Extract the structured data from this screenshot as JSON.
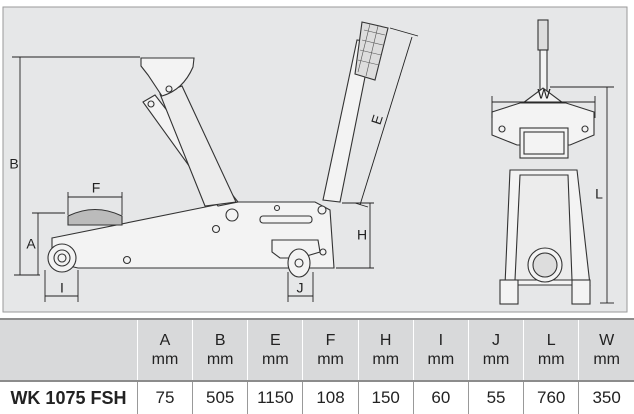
{
  "diagram": {
    "labels": {
      "A": "A",
      "B": "B",
      "E": "E",
      "F": "F",
      "H": "H",
      "I": "I",
      "J": "J",
      "L": "L",
      "W": "W"
    }
  },
  "table": {
    "columns": [
      {
        "letter": "A",
        "unit": "mm"
      },
      {
        "letter": "B",
        "unit": "mm"
      },
      {
        "letter": "E",
        "unit": "mm"
      },
      {
        "letter": "F",
        "unit": "mm"
      },
      {
        "letter": "H",
        "unit": "mm"
      },
      {
        "letter": "I",
        "unit": "mm"
      },
      {
        "letter": "J",
        "unit": "mm"
      },
      {
        "letter": "L",
        "unit": "mm"
      },
      {
        "letter": "W",
        "unit": "mm"
      }
    ],
    "rows": [
      {
        "model": "WK 1075 FSH",
        "values": [
          "75",
          "505",
          "1150",
          "108",
          "150",
          "60",
          "55",
          "760",
          "350"
        ]
      }
    ]
  }
}
